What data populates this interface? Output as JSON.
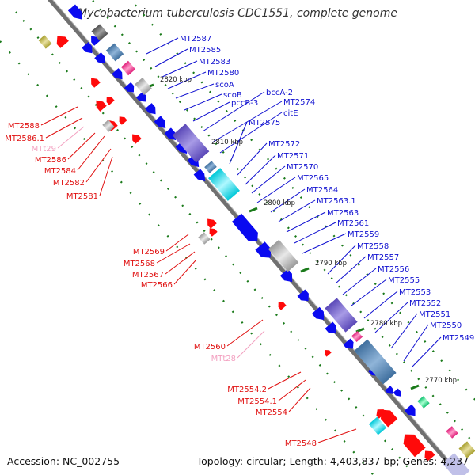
{
  "title": "Mycobacterium tuberculosis CDC1551, complete genome",
  "accession": "Accession: NC_002755",
  "topology": "Topology: circular; Length: 4,403,837 bp; Genes: 4,237",
  "colors": {
    "forward_label": "#1010d0",
    "reverse_label": "#e01010",
    "trna_label": "#f3a0c0",
    "forward_gene": "#0a0af0",
    "reverse_gene": "#ff0a0a",
    "kbp_tick": "#1a7a1a",
    "backbone": "#7a7a7a"
  },
  "kbp_marks": [
    "2820 kbp",
    "2810 kbp",
    "2800 kbp",
    "2790 kbp",
    "2780 kbp",
    "2770 kbp"
  ],
  "forward_labels": [
    "MT2587",
    "MT2585",
    "MT2583",
    "MT2580",
    "scoA",
    "scoB",
    "pccB-3",
    "bccA-2",
    "MT2574",
    "citE",
    "MT2575",
    "MT2572",
    "MT2571",
    "MT2570",
    "MT2565",
    "MT2564",
    "MT2563.1",
    "MT2563",
    "MT2561",
    "MT2559",
    "MT2558",
    "MT2557",
    "MT2556",
    "MT2555",
    "MT2553",
    "MT2552",
    "MT2551",
    "MT2550",
    "MT2549"
  ],
  "reverse_labels": [
    "MT2588",
    "MT2586.1",
    "MTt29",
    "MT2586",
    "MT2584",
    "MT2582",
    "MT2581",
    "MT2569",
    "MT2568",
    "MT2567",
    "MT2566",
    "MT2560",
    "MTt28",
    "MT2554.2",
    "MT2554.1",
    "MT2554",
    "MT2548"
  ]
}
